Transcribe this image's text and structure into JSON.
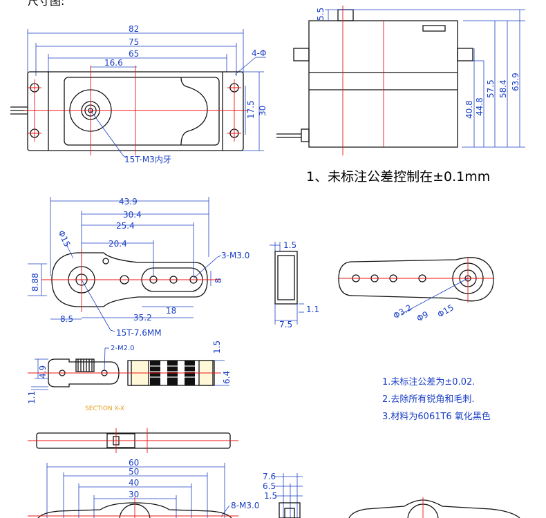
{
  "header": {
    "title_fragment": "尺寸图:"
  },
  "top_view": {
    "dims": {
      "w82": "82",
      "w75": "75",
      "w65": "65",
      "w16_6": "16.6",
      "hole": "4-Φ",
      "h17_5": "17.5",
      "h30": "30"
    },
    "callout": "15T-M3内牙"
  },
  "side_view": {
    "dims": {
      "h5_5": "5.5",
      "h40_8": "40.8",
      "h44_8": "44.8",
      "h57_5": "57.5",
      "h58_4": "58.4",
      "h63_9": "63.9"
    },
    "tolerance_note": "1、未标注公差控制在±0.1mm"
  },
  "horn_view": {
    "dims": {
      "w43_9": "43.9",
      "w30_4": "30.4",
      "w25_4": "25.4",
      "w20_4": "20.4",
      "d15": "Φ15",
      "h8_88": "8.88",
      "holes": "3-M3.0",
      "h8": "8",
      "w18": "18",
      "w8_5": "8.5",
      "w35_2": "35.2"
    },
    "callout": "15T-7.6MM"
  },
  "horn_side": {
    "dims": {
      "t1_5": "1.5",
      "t1_1": "1.1",
      "t7_5": "7.5"
    }
  },
  "horn_round": {
    "dims": {
      "d3_2": "Φ3.2",
      "d9": "Φ9",
      "d15": "Φ15"
    }
  },
  "section": {
    "dims": {
      "holes": "2-M2.0",
      "h4_9": "4.9",
      "h1_5": "1.5",
      "h6_4": "6.4",
      "h1_1": "1.1"
    },
    "label": "SECTION X-X"
  },
  "notes": [
    "1.未标注公差为±0.02.",
    "2.去除所有锐角和毛刺.",
    "3.材料为6061T6 氧化黑色"
  ],
  "long_horn": {
    "dims": {
      "w60": "60",
      "w50": "50",
      "w40": "40",
      "w30": "30",
      "holes": "8-M3.0",
      "t7_6": "7.6",
      "t6_5": "6.5",
      "t1_5": "1.5"
    }
  },
  "colors": {
    "dimension": "#1a3fc4",
    "centerline": "#e11111",
    "outline": "#111111",
    "hatch": "#e0a020"
  }
}
